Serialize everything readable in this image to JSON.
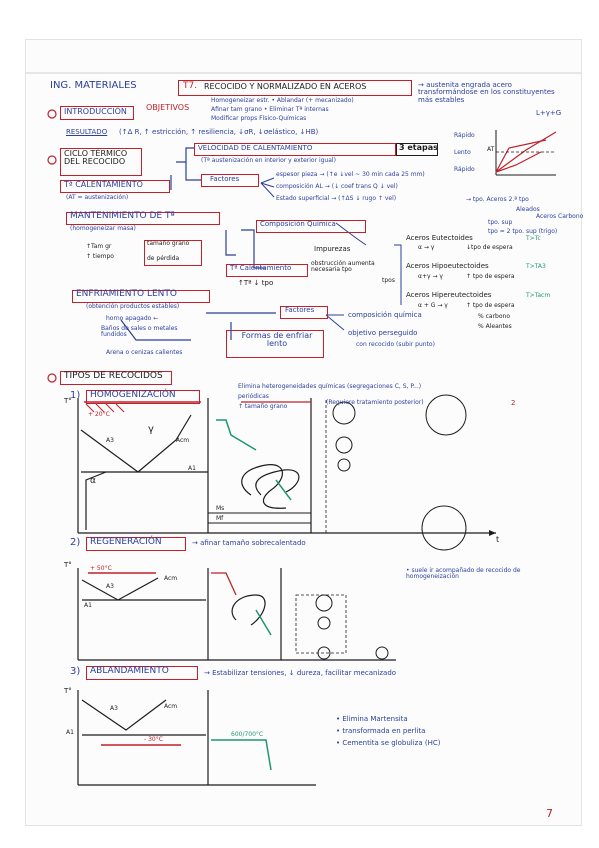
{
  "header": {
    "subject": "ING. MATERIALES",
    "topic_num": "T7.",
    "topic": "RECOCIDO Y NORMALIZADO EN ACEROS",
    "note": "→ austenita engrada acero transformándose en los constituyentes más estables",
    "note_side": "L+γ+G"
  },
  "intro": {
    "title": "INTRODUCCIÓN",
    "objetivos": "OBJETIVOS",
    "obj_items": [
      "Homogeneizar estr. • Ablandar (+ mecanizado)",
      "Afinar tam grano • Eliminar Tª internas",
      "Modificar props Físico-Químicas"
    ],
    "resultado_label": "RESULTADO",
    "resultado": "(↑Δ R, ↑ estricción, ↑ resiliencia, ↓σR, ↓σelástico, ↓HB)"
  },
  "ciclo": {
    "title": "CICLO TÉRMICO DEL RECOCIDO",
    "velocidad": "VELOCIDAD DE CALENTAMIENTO",
    "etapas": "3 etapas",
    "t_aust": "(Tª austenización en interior y exterior igual)",
    "factores": "Factores",
    "factor_items": [
      "espesor pieza → (↑e ↓vel ~ 30 min cada 25 mm)",
      "composición AL → (↓ coef trans Q ↓ vel)",
      "Estado superficial → (↑ΔS ↓ rugo ↑ vel)"
    ],
    "rapido": "Rápido",
    "lento": "Lento",
    "rapido2": "Rápido",
    "at": "AT",
    "tpo_note": "→ tpo. Aceros 2.ª tpo",
    "aleados": "Aleados",
    "aceros_carbono": "Aceros Carbono",
    "tpo_sup": "tpo. sup",
    "tpo_sup2": "tpo = 2 tpo. sup (trigo)"
  },
  "calentamiento": {
    "title": "Tª CALENTAMIENTO",
    "sub": "(AT = austenización)"
  },
  "mantenimiento": {
    "title": "MANTENIMIENTO DE Tª",
    "sub": "(homogeneizar masa)",
    "tam_gr": "↑Tam gr",
    "tiempo": "↑ tiempo",
    "tamano": "tamaño grano",
    "perdida": "de pérdida",
    "comp_quim": "Composición Química",
    "impurezas": "Impurezas",
    "obstruccion": "obstrucción aumenta necesaria tpo",
    "tpos": "tpos",
    "calentamiento2": "Tª Calentamiento",
    "tcalent_sub": "↑Tª ↓ tpo"
  },
  "aceros": {
    "eutectoides": "Aceros Eutectoides",
    "eut_r": "T>Tc",
    "eut_sub": "α → γ",
    "eut_sub2": "↓tpo de espera",
    "hipo": "Aceros Hipoeutectoides",
    "hipo_r": "T>TA3",
    "hipo_sub": "α+γ → γ",
    "hipo_sub2": "↑ tpo de espera",
    "hiper": "Aceros Hipereutectoides",
    "hiper_r": "T>Tacm",
    "hiper_sub": "α + G → γ",
    "hiper_sub2": "↑ tpo de espera"
  },
  "enfriamiento": {
    "title": "ENFRIAMIENTO LENTO",
    "sub": "(obtención productos estables)",
    "horno": "horno apagado ←",
    "baños": "Baños de sales o metales fundidos",
    "arena": "Arena o cenizas calientes",
    "factores": "Factores",
    "formas": "Formas de enfriar lento",
    "composicion": "composición química",
    "pct": "% carbono",
    "pct2": "% Aleantes",
    "objetivo": "objetivo perseguido",
    "con_recocido": "con recocido (subir punto)"
  },
  "tipos": {
    "title": "TIPOS DE RECOCIDOS",
    "homog": {
      "num": "1)",
      "title": "HOMOGENIZACIÓN",
      "b1": "Elimina heterogeneidades químicas (segregaciones C, S, P...)",
      "b2": "periódicas",
      "b3": "↑ tamaño grano",
      "b4": "(Requiere tratamiento posterior)",
      "b4n": "2",
      "t": "T°",
      "plus": "+ 20°C",
      "gamma": "γ",
      "a3": "A3",
      "acm": "Acm",
      "a1": "A1",
      "alpha": "α",
      "ms": "Ms",
      "mf": "Mf",
      "taxis": "t"
    },
    "regen": {
      "num": "2)",
      "title": "REGENERACIÓN",
      "desc": "→ afinar tamaño sobrecalentado",
      "note": "• suele ir acompañado de recocido de homogeneización",
      "t": "T°",
      "plus": "+ 50°C",
      "a3": "A3",
      "acm": "Acm",
      "a1": "A1"
    },
    "ablan": {
      "num": "3)",
      "title": "ABLANDAMIENTO",
      "desc": "→ Estabilizar tensiones, ↓ dureza, facilitar mecanizado",
      "t": "T°",
      "a3": "A3",
      "acm": "Acm",
      "a1": "A1",
      "minus": "- 30°C",
      "range": "600/700°C",
      "bullets": [
        "• Elimina Martensita",
        "• transformada en perlita",
        "• Cementita se globuliza (HC)"
      ]
    }
  },
  "page_number": "7"
}
